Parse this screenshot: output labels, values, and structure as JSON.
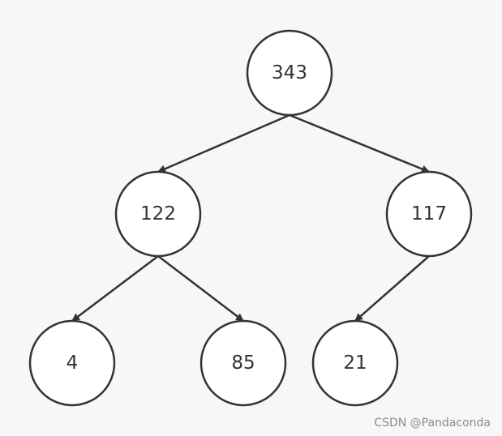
{
  "tree": {
    "nodes": [
      {
        "id": "n343",
        "label": "343"
      },
      {
        "id": "n122",
        "label": "122"
      },
      {
        "id": "n117",
        "label": "117"
      },
      {
        "id": "n4",
        "label": "4"
      },
      {
        "id": "n85",
        "label": "85"
      },
      {
        "id": "n21",
        "label": "21"
      }
    ],
    "edges": [
      {
        "from": "n343",
        "to": "n122"
      },
      {
        "from": "n343",
        "to": "n117"
      },
      {
        "from": "n122",
        "to": "n4"
      },
      {
        "from": "n122",
        "to": "n85"
      },
      {
        "from": "n117",
        "to": "n21"
      }
    ]
  },
  "watermark": "CSDN @Pandaconda",
  "colors": {
    "background": "#f7f7f7",
    "node_fill": "#ffffff",
    "stroke": "#333333",
    "text": "#333333",
    "watermark": "#8c8c8c"
  }
}
